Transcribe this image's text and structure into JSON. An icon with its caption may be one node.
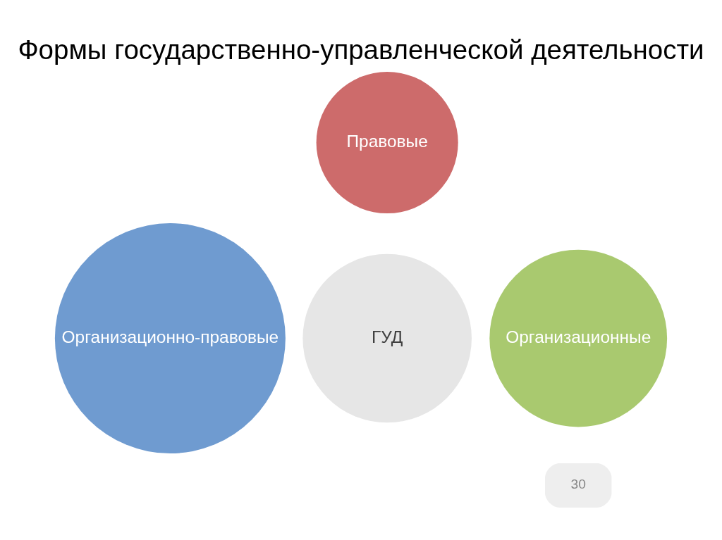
{
  "diagram": {
    "title": "Формы государственно-управленческой деятельности",
    "nodes": [
      {
        "text": [
          "Правовые"
        ]
      },
      {
        "text": [
          "Организационно-правовые"
        ]
      },
      {
        "text": [
          "ГУД"
        ]
      },
      {
        "text": [
          "Организационные"
        ]
      }
    ],
    "labels": [
      "30"
    ]
  }
}
